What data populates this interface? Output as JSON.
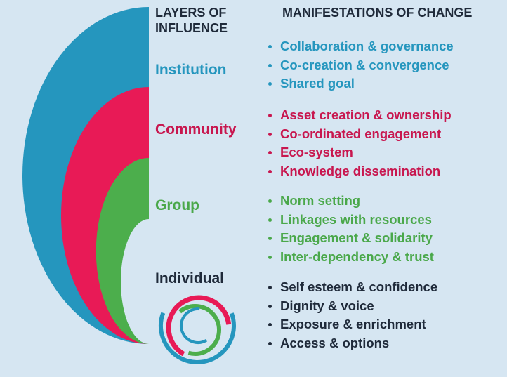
{
  "colors": {
    "background": "#d6e6f2",
    "institution": "#2596be",
    "community": "#c8174f",
    "group": "#4aa84a",
    "individual": "#1f2a3a"
  },
  "headers": {
    "layers_line1": "LAYERS OF",
    "layers_line2": "INFLUENCE",
    "manifestations": "MANIFESTATIONS OF CHANGE"
  },
  "layers": [
    {
      "label": "Institution",
      "items": [
        "Collaboration & governance",
        "Co-creation & convergence",
        "Shared goal"
      ]
    },
    {
      "label": "Community",
      "items": [
        "Asset creation & ownership",
        "Co-ordinated engagement",
        "Eco-system",
        "Knowledge dissemination"
      ]
    },
    {
      "label": "Group",
      "items": [
        "Norm setting",
        "Linkages with resources",
        "Engagement & solidarity",
        "Inter-dependency & trust"
      ]
    },
    {
      "label": "Individual",
      "items": [
        "Self esteem & confidence",
        "Dignity & voice",
        "Exposure & enrichment",
        "Access & options"
      ]
    }
  ]
}
